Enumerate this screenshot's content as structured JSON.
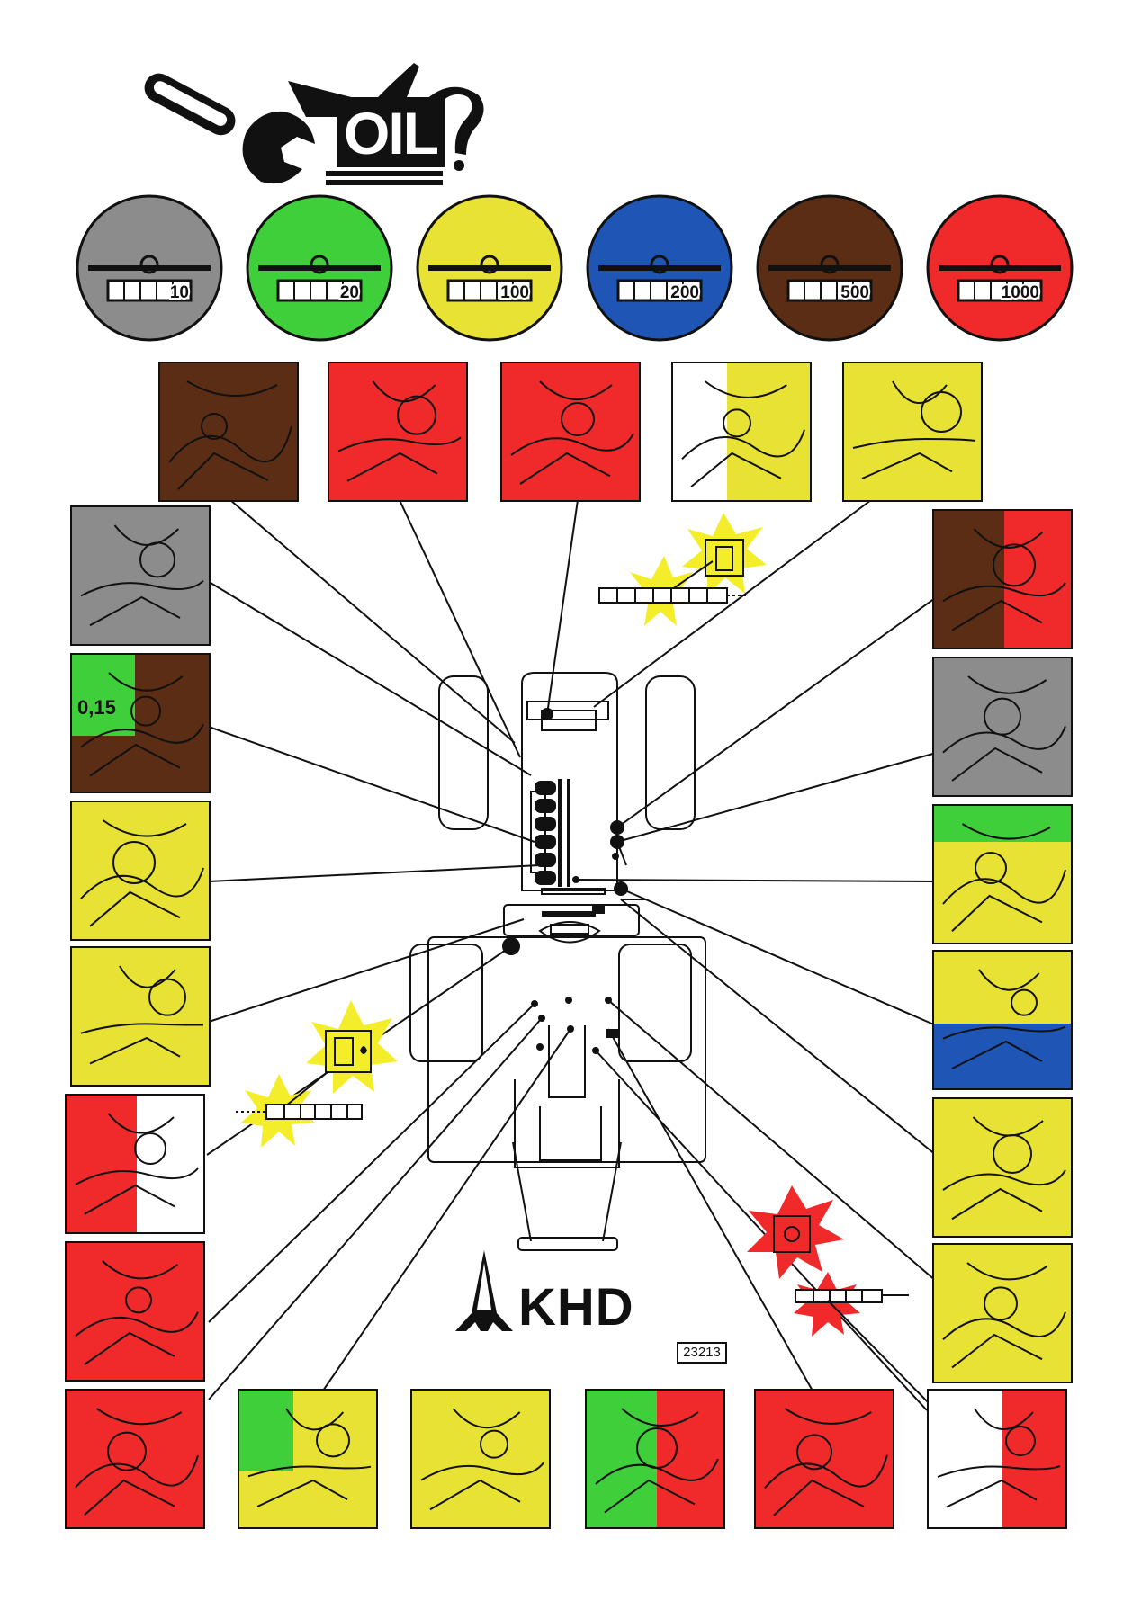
{
  "header": {
    "oil_label": "OIL"
  },
  "brand": {
    "name": "KHD",
    "part_number": "23213"
  },
  "intervals": [
    {
      "label": "10",
      "color": "#8c8c8c"
    },
    {
      "label": "20",
      "color": "#3fcf3a"
    },
    {
      "label": "100",
      "color": "#e8e234"
    },
    {
      "label": "200",
      "color": "#1f55b4"
    },
    {
      "label": "500",
      "color": "#5a2d14"
    },
    {
      "label": "1000",
      "color": "#f02a2a"
    }
  ],
  "tile_label_015": "0,15",
  "colors": {
    "gray": "#8c8c8c",
    "green": "#3fcf3a",
    "yellow": "#e8e234",
    "blue": "#1f55b4",
    "brown": "#5a2d14",
    "red": "#f02a2a",
    "white": "#ffffff"
  },
  "icons": [
    "wrench-icon",
    "oil-can-icon",
    "filter-burst-icon",
    "oil-level-icon",
    "khd-logo-icon"
  ]
}
